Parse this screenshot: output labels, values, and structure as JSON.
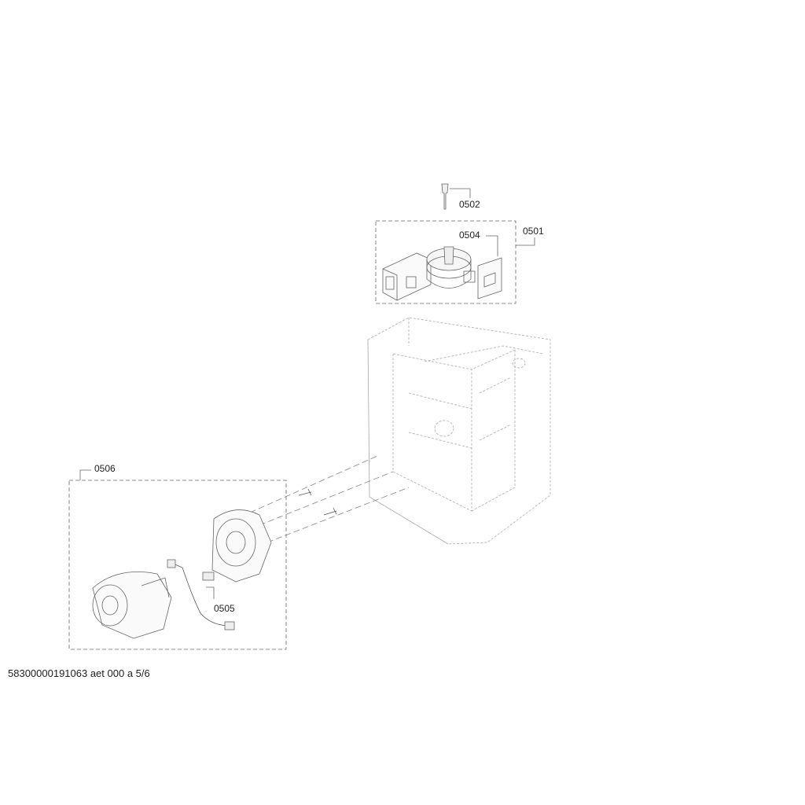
{
  "parts": [
    {
      "id": "0502",
      "label": "0502"
    },
    {
      "id": "0504",
      "label": "0504"
    },
    {
      "id": "0501",
      "label": "0501"
    },
    {
      "id": "0506",
      "label": "0506"
    },
    {
      "id": "0505",
      "label": "0505"
    }
  ],
  "footer": "58300000191063 aet 000 a 5/6"
}
